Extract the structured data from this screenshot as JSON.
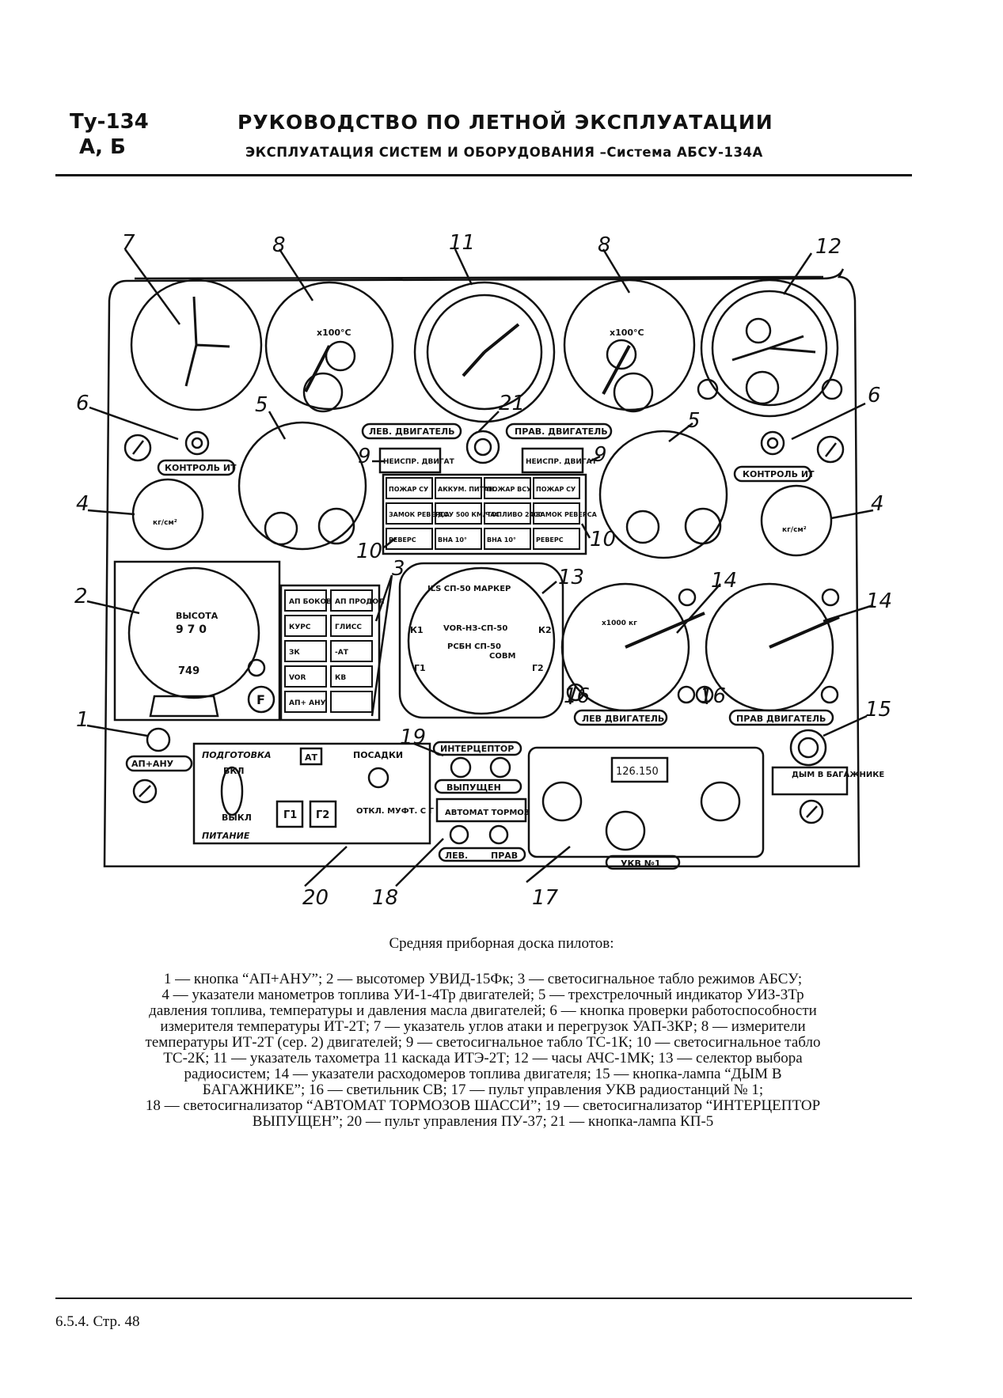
{
  "header": {
    "aircraft_line1": "Ту-134",
    "aircraft_line2": "А, Б",
    "title": "РУКОВОДСТВО ПО ЛЕТНОЙ ЭКСПЛУАТАЦИИ",
    "subtitle": "ЭКСПЛУАТАЦИЯ СИСТЕМ И ОБОРУДОВАНИЯ –Система АБСУ-134А"
  },
  "figure": {
    "callouts": [
      "7",
      "8",
      "11",
      "8",
      "12",
      "6",
      "21",
      "6",
      "5",
      "5",
      "9",
      "9",
      "4",
      "4",
      "10",
      "10",
      "3",
      "13",
      "2",
      "14",
      "14",
      "16",
      "16",
      "1",
      "15",
      "19",
      "20",
      "18",
      "17"
    ],
    "panel_labels": {
      "left_engine": "ЛЕВ. ДВИГАТЕЛЬ",
      "right_engine": "ПРАВ. ДВИГАТЕЛЬ",
      "control_left": "КОНТРОЛЬ ИТ",
      "control_right": "КОНТРОЛЬ ИТ",
      "temp_unit": "x100°C",
      "altitude": "ВЫСОТА",
      "altitude_value": "9 7 0",
      "altitude_counter": "749",
      "pressure_unit": "кг/см²",
      "fuel_unit": "x1000 кг",
      "lev_dvigatel": "ЛЕВ ДВИГАТЕЛЬ",
      "prav_dvigatel": "ПРАВ ДВИГАТЕЛЬ",
      "ap_anu": "АП+АНУ",
      "f_button": "F",
      "interceptor": "ИНТЕРЦЕПТОР",
      "vypushchen": "ВЫПУЩЕН",
      "avtomat_tormoz": "АВТОМАТ ТОРМОЗ",
      "lev": "ЛЕВ.",
      "prav": "ПРАВ",
      "dym_v_bagazhnike": "ДЫМ В БАГАЖНИКЕ",
      "ukv": "УКВ №1",
      "frequency": "126.150",
      "podgotovka": "ПОДГОТОВКА",
      "pitanie": "ПИТАНИЕ",
      "posadki": "ПОСАДКИ",
      "vkl": "ВКЛ",
      "vykl": "ВЫКЛ",
      "g1": "Г1",
      "g2": "Г2",
      "at": "АТ",
      "otkl_muft": "ОТКЛ. МУФТ. С Г",
      "ils": "ILS СП-50 МАРКЕР",
      "vor": "VOR-НЗ-СП-50",
      "rsbn": "РСБН СП-50",
      "sovm": "СОВМ",
      "k1": "К1",
      "k2": "К2",
      "g1s": "Г1",
      "g2s": "Г2"
    },
    "ts1k": [
      "НЕИСПР. ДВИГАТ",
      "НЕИСПР. ДВИГАТ"
    ],
    "ts2k": [
      [
        "ПОЖАР СУ",
        "АККУМ. ПИТАН.",
        "ПОЖАР ВСУ",
        "ПОЖАР СУ"
      ],
      [
        "ЗАМОК РЕВЕРСА",
        "ДОУ 500 КМ/ЧАС",
        "ТОПЛИВО 2400",
        "ЗАМОК РЕВЕРСА"
      ],
      [
        "РЕВЕРС",
        "ВНА 10°",
        "ВНА 10°",
        "РЕВЕРС"
      ]
    ],
    "absu": [
      [
        "АП БОКОВ",
        "АП ПРОДОЛ"
      ],
      [
        "КУРС",
        "ГЛИСС"
      ],
      [
        "ЗК",
        "-АТ"
      ],
      [
        "VOR",
        "КВ"
      ],
      [
        "АП+ АНУ",
        ""
      ]
    ]
  },
  "caption": "Средняя приборная доска пилотов:",
  "legend": [
    "1 — кнопка “АП+АНУ”; 2 — высотомер УВИД-15Фк; 3 — светосигнальное табло режимов АБСУ;",
    "4 — указатели манометров топлива УИ-1-4Тр двигателей; 5 — трехстрелочный индикатор УИЗ-3Тр",
    "давления топлива, температуры и давления масла двигателей; 6 — кнопка проверки работоспособности",
    "измерителя температуры ИТ-2Т; 7 — указатель углов атаки и перегрузок УАП-3КР; 8 — измерители",
    "температуры ИТ-2Т (сер. 2) двигателей; 9 — светосигнальное табло ТС-1К; 10 — светосигнальное табло",
    "ТС-2К; 11 — указатель тахометра 11 каскада ИТЭ-2Т; 12 — часы АЧС-1МК; 13 — селектор выбора",
    "радиосистем; 14 — указатели расходомеров топлива двигателя; 15 — кнопка-лампа “ДЫМ В",
    "БАГАЖНИКЕ”; 16 — светильник СВ; 17 — пульт управления УКВ радиостанций № 1;",
    "18 — светосигнализатор “АВТОМАТ ТОРМОЗОВ ШАССИ”; 19 — светосигнализатор “ИНТЕРЦЕПТОР",
    "ВЫПУЩЕН”; 20 — пульт управления ПУ-37; 21 — кнопка-лампа КП-5"
  ],
  "footer": "6.5.4. Стр. 48"
}
